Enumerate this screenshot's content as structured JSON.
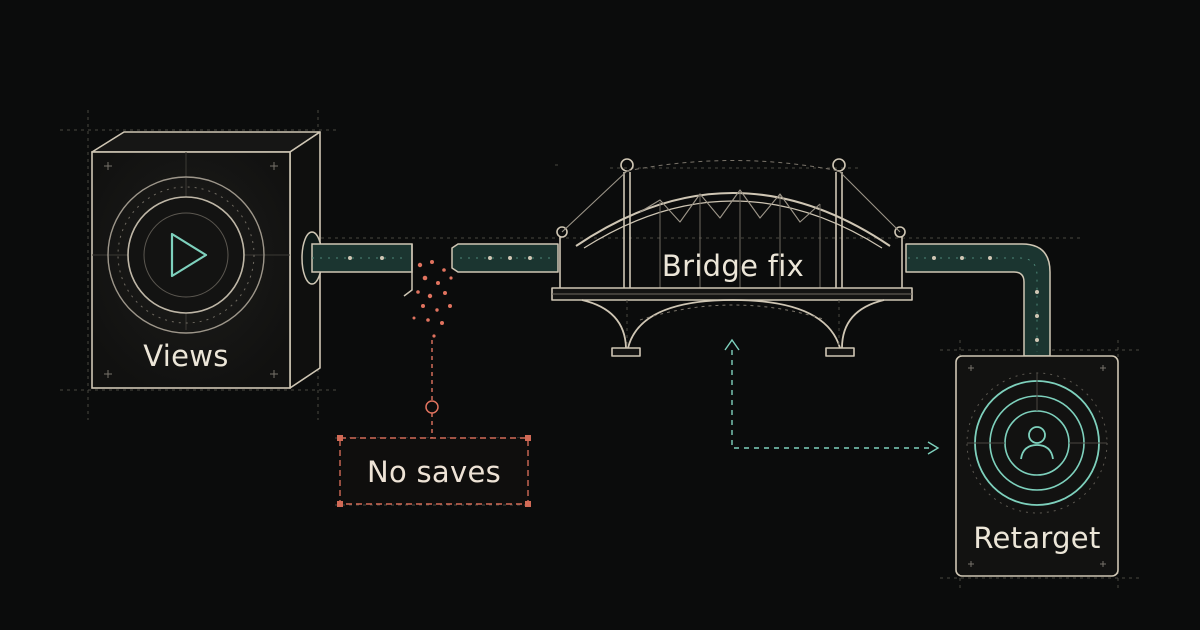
{
  "nodes": {
    "source": {
      "label": "Views",
      "icon": "play-icon"
    },
    "leak": {
      "label": "No saves",
      "icon": "leak-particles-icon"
    },
    "bridge": {
      "label": "Bridge fix",
      "icon": "bridge-icon"
    },
    "target": {
      "label": "Retarget",
      "icon": "user-target-icon"
    }
  },
  "colors": {
    "background": "#0b0c0c",
    "outline": "#cfc6b4",
    "grid": "#4a4741",
    "pipe": "#1b3530",
    "accent_teal": "#7ed1bd",
    "accent_red": "#e0735f",
    "text": "#ece6d8"
  }
}
